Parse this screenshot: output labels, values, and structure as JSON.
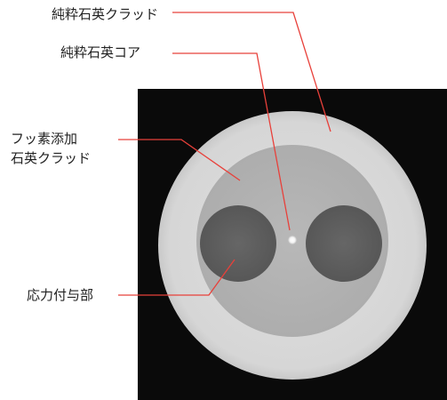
{
  "labels": {
    "pure_silica_cladding": "純粋石英クラッド",
    "pure_silica_core": "純粋石英コア",
    "f_doped_cladding_line1": "フッ素添加",
    "f_doped_cladding_line2": "石英クラッド",
    "stress_applying_part": "応力付与部"
  },
  "colors": {
    "background_panel": "#0a0a0a",
    "outer_cladding": "#d9d9d9",
    "inner_cladding": "#b3b3b3",
    "stress_rod": "#5e5e5e",
    "core": "#ffffff",
    "leader_line": "#e8403a"
  }
}
